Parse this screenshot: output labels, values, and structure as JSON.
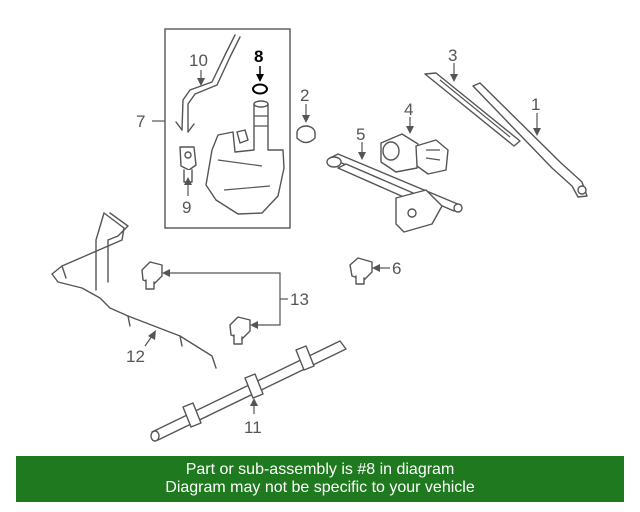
{
  "colors": {
    "banner_bg": "#1f7a1f",
    "banner_text": "#ffffff",
    "callout_gray": "#555555",
    "highlight": "#000000"
  },
  "callouts": {
    "c1": "1",
    "c2": "2",
    "c3": "3",
    "c4": "4",
    "c5": "5",
    "c6": "6",
    "c7": "7",
    "c8": "8",
    "c9": "9",
    "c10": "10",
    "c11": "11",
    "c12": "12",
    "c13": "13"
  },
  "highlighted_part": "8",
  "banner": {
    "line1": "Part or sub-assembly is #8 in diagram",
    "line2": "Diagram may not be specific to your vehicle"
  }
}
